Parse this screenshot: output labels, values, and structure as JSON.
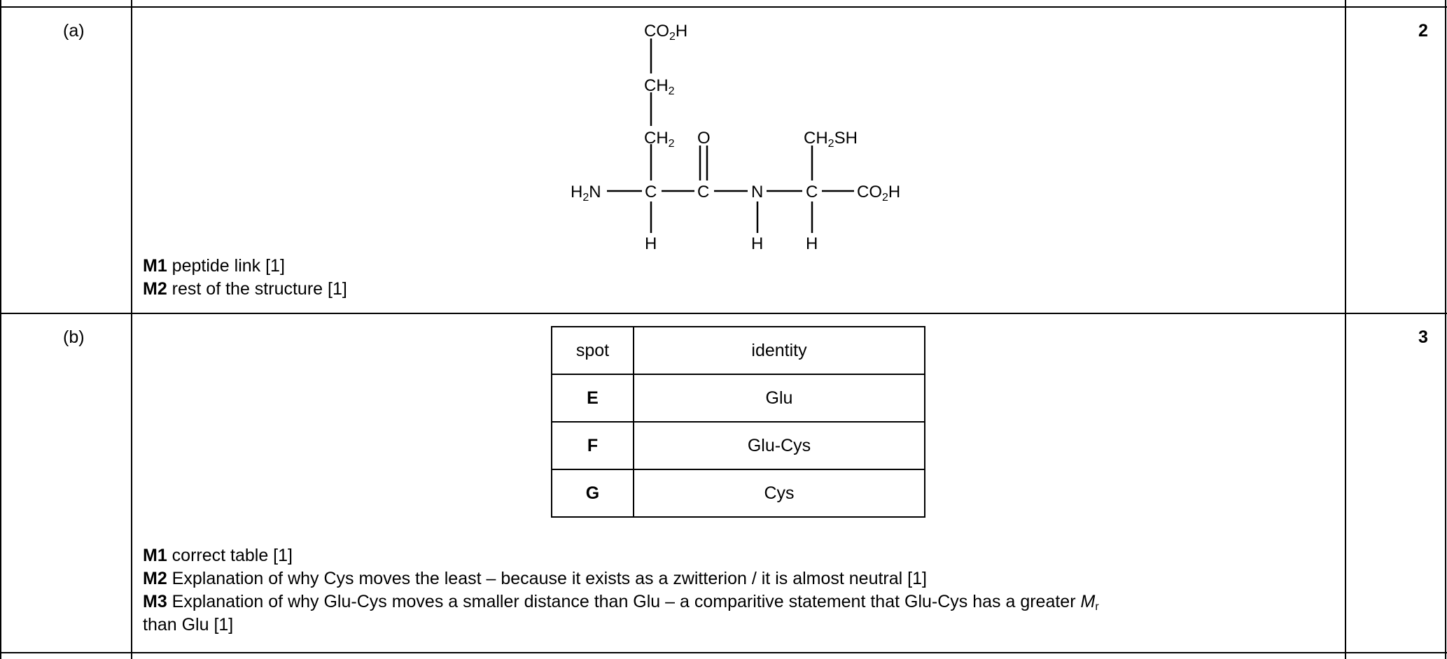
{
  "part_a": {
    "label": "(a)",
    "marks": "2",
    "structure": {
      "co2h_top": "CO",
      "co2h_top_sub": "2",
      "co2h_top_end": "H",
      "ch2_upper": "CH",
      "ch2_upper_sub": "2",
      "ch2_lower": "CH",
      "ch2_lower_sub": "2",
      "o": "O",
      "ch2sh": "CH",
      "ch2sh_sub": "2",
      "ch2sh_end": "SH",
      "h2n": "H",
      "h2n_sub": "2",
      "h2n_end": "N",
      "c1": "C",
      "c2": "C",
      "n": "N",
      "c3": "C",
      "co2h_right": "CO",
      "co2h_right_sub": "2",
      "co2h_right_end": "H",
      "h1": "H",
      "h2": "H",
      "h3": "H"
    },
    "criteria": [
      {
        "code": "M1",
        "text": " peptide link [1]"
      },
      {
        "code": "M2",
        "text": " rest of the structure [1]"
      }
    ]
  },
  "part_b": {
    "label": "(b)",
    "marks": "3",
    "table": {
      "headers": [
        "spot",
        "identity"
      ],
      "rows": [
        {
          "spot": "E",
          "identity": "Glu"
        },
        {
          "spot": "F",
          "identity": "Glu-Cys"
        },
        {
          "spot": "G",
          "identity": "Cys"
        }
      ]
    },
    "criteria": {
      "m1_code": "M1",
      "m1_text": " correct table [1]",
      "m2_code": "M2",
      "m2_text": " Explanation of why Cys moves the least – because it exists as a zwitterion / it is almost neutral [1]",
      "m3_code": "M3",
      "m3_text": " Explanation of why Glu-Cys moves a smaller distance than Glu – a comparitive statement that Glu-Cys has a greater ",
      "m3_mr": "M",
      "m3_mr_sub": "r",
      "m3_cont": "than Glu [1]"
    }
  }
}
